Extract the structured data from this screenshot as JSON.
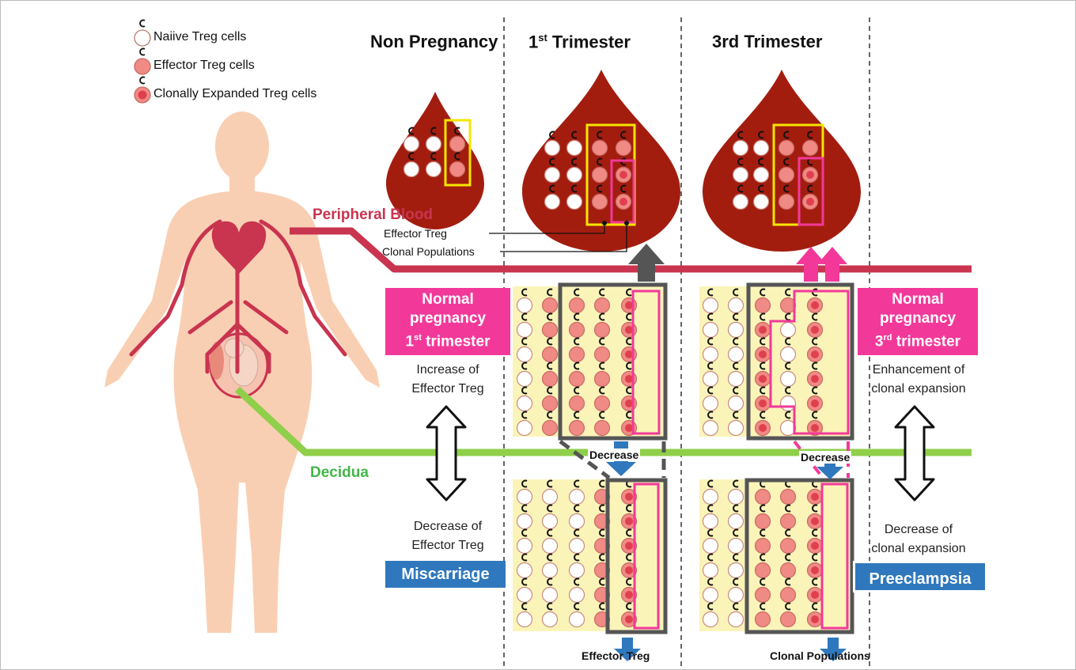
{
  "legend": {
    "naive": "Naiive Treg cells",
    "effector": "Effector Treg cells",
    "clonal": "Clonally Expanded Treg cells"
  },
  "headers": {
    "non_pregnancy": "Non Pregnancy",
    "first_trimester_num": "1",
    "first_trimester_sup": "st",
    "first_trimester_word": " Trimester",
    "third_trimester": "3rd Trimester"
  },
  "body_labels": {
    "peripheral_blood": "Peripheral Blood",
    "decidua": "Decidua"
  },
  "callouts": {
    "effector_treg": "Effector Treg",
    "clonal_populations": "Clonal Populations"
  },
  "left_panel": {
    "box_line1": "Normal",
    "box_line2": "pregnancy",
    "box_line3_num": "1",
    "box_line3_sup": "st",
    "box_line3_word": " trimester",
    "increase_line1": "Increase of",
    "increase_line2": "Effector Treg",
    "decrease_line1": "Decrease of",
    "decrease_line2": "Effector Treg",
    "outcome": "Miscarriage"
  },
  "right_panel": {
    "box_line1": "Normal",
    "box_line2": "pregnancy",
    "box_line3_num": "3",
    "box_line3_sup": "rd",
    "box_line3_word": " trimester",
    "increase_line1": "Enhancement of",
    "increase_line2": "clonal expansion",
    "decrease_line1": "Decrease of",
    "decrease_line2": "clonal expansion",
    "outcome": "Preeclampsia"
  },
  "decrease_labels": {
    "first": "Decrease",
    "third": "Decrease"
  },
  "bottom_labels": {
    "first": "Effector Treg",
    "third": "Clonal Populations"
  },
  "colors": {
    "naive": "#ffffff",
    "effector": "#f08a84",
    "clonal": "#e0404e",
    "blood_drop": "#a31d0f",
    "peripheral_line": "#c9344f",
    "decidua_line": "#8fcf4a",
    "pink": "#f2399a",
    "blue": "#2f78bd",
    "yellow": "#f5e600",
    "grid_bg": "#fbf4b9",
    "body": "#f9cfb3"
  }
}
